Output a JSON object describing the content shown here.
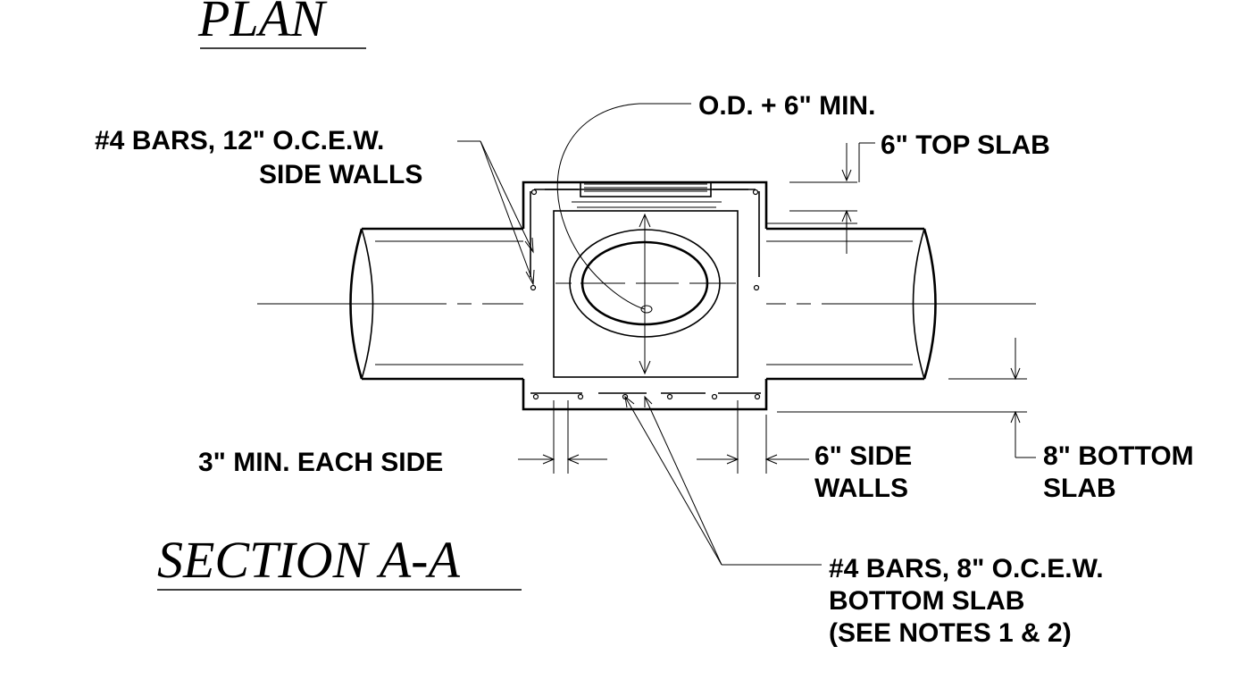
{
  "titles": {
    "plan": "PLAN",
    "section": "SECTION A-A"
  },
  "callouts": {
    "side_wall_bars_line1": "#4 BARS, 12\" O.C.E.W.",
    "side_wall_bars_line2": "SIDE WALLS",
    "od_min": "O.D. + 6\" MIN.",
    "top_slab": "6\" TOP SLAB",
    "min_each_side": "3\" MIN. EACH SIDE",
    "side_walls_line1": "6\" SIDE",
    "side_walls_line2": "WALLS",
    "bottom_slab_line1": "8\" BOTTOM",
    "bottom_slab_line2": "SLAB",
    "bottom_bars_line1": "#4 BARS, 8\" O.C.E.W.",
    "bottom_bars_line2": "BOTTOM SLAB",
    "bottom_bars_line3": "(SEE NOTES 1 & 2)"
  }
}
